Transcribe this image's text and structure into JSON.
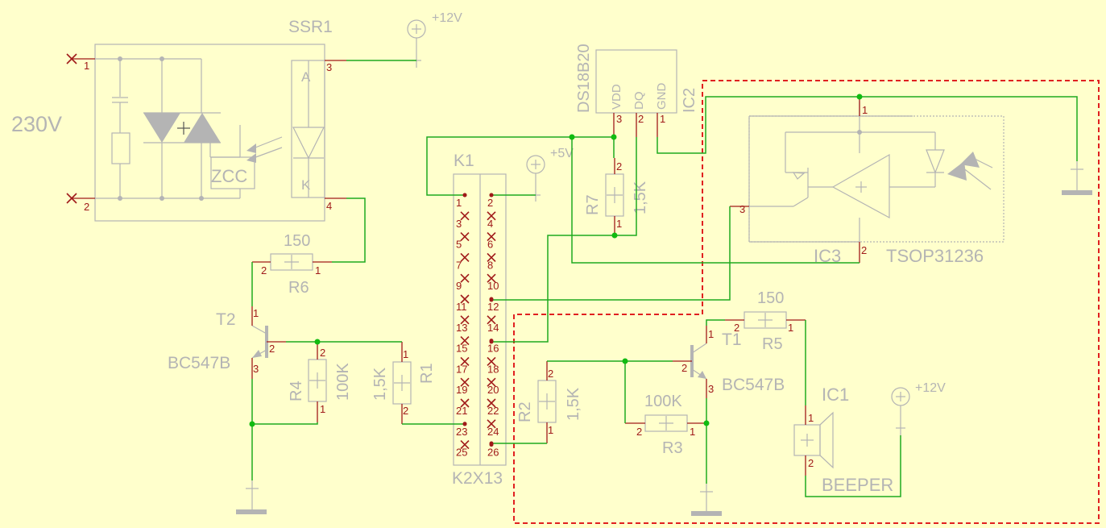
{
  "labels": {
    "ssr_name": "SSR1",
    "mains": "230V",
    "ssr_a": "A",
    "ssr_k": "K",
    "zcc": "ZCC",
    "ssr_pin1": "1",
    "ssr_pin2": "2",
    "ssr_pin3": "3",
    "ssr_pin4": "4",
    "plus12_top": "+12V",
    "plus5": "+5V",
    "plus12_right": "+12V",
    "ds_name": "DS18B20",
    "ds_vdd": "VDD",
    "ds_dq": "DQ",
    "ds_gnd": "GND",
    "ds_pin3": "3",
    "ds_pin2": "2",
    "ds_pin1": "1",
    "ic2": "IC2",
    "k1": "K1",
    "k2x13": "K2X13",
    "r7_name": "R7",
    "r7_val": "1,5K",
    "r7_p2": "2",
    "r7_p1": "1",
    "ic3": "IC3",
    "tsop": "TSOP31236",
    "ic3_p1": "1",
    "ic3_p2": "2",
    "ic3_p3": "3",
    "r6_name": "R6",
    "r6_val": "150",
    "r6_p2": "2",
    "r6_p1": "1",
    "t2_name": "T2",
    "t2_type": "BC547B",
    "t2_p1": "1",
    "t2_p2": "2",
    "t2_p3": "3",
    "r4_name": "R4",
    "r4_val": "100K",
    "r4_p2": "2",
    "r4_p1": "1",
    "r1_name": "R1",
    "r1_val": "1,5K",
    "r1_p1": "1",
    "r1_p2": "2",
    "r2_name": "R2",
    "r2_val": "1,5K",
    "r2_p2": "2",
    "r2_p1": "1",
    "r3_name": "R3",
    "r3_val": "100K",
    "r3_p2": "2",
    "r3_p1": "1",
    "t1_name": "T1",
    "t1_type": "BC547B",
    "t1_p1": "1",
    "t1_p2": "2",
    "t1_p3": "3",
    "r5_name": "R5",
    "r5_val": "150",
    "r5_p2": "2",
    "r5_p1": "1",
    "ic1_name": "IC1",
    "beeper": "BEEPER",
    "ic1_p1": "1",
    "ic1_p2": "2"
  },
  "connector_pins": [
    "1",
    "2",
    "3",
    "4",
    "5",
    "6",
    "7",
    "8",
    "9",
    "10",
    "11",
    "12",
    "13",
    "14",
    "15",
    "16",
    "17",
    "18",
    "19",
    "20",
    "21",
    "22",
    "23",
    "24",
    "25",
    "26"
  ],
  "colors": {
    "background": "#ffffcc",
    "symbol": "#b4b4b4",
    "wire": "#1faa1f",
    "pin": "#a01a1a",
    "frame": "#e02020"
  }
}
